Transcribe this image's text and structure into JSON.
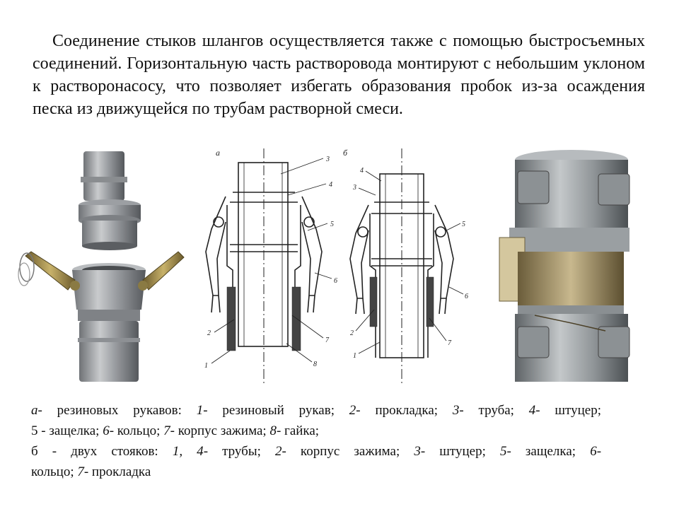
{
  "paragraph": "Соединение стыков шлангов осуществляется также с помощью быстросъемных соединений. Горизонтальную часть растворовода монтируют с небольшим уклоном к растворонасосу, что позволяет избегать образования пробок из-за осаждения песка из движущейся по трубам растворной смеси.",
  "diagram": {
    "panel_a": "а",
    "panel_b": "б",
    "labels_a": [
      "1",
      "2",
      "3",
      "4",
      "5",
      "6",
      "7",
      "8"
    ],
    "labels_b": [
      "1",
      "2",
      "3",
      "4",
      "5",
      "6",
      "7"
    ]
  },
  "caption": {
    "line1": [
      {
        "t": "а",
        "i": true
      },
      {
        "t": "- резиновых рукавов: ",
        "i": false
      },
      {
        "t": "1",
        "i": true
      },
      {
        "t": "- резиновый рукав; ",
        "i": false
      },
      {
        "t": "2",
        "i": true
      },
      {
        "t": "- прокладка; ",
        "i": false
      },
      {
        "t": "3",
        "i": true
      },
      {
        "t": "- труба; ",
        "i": false
      },
      {
        "t": "4",
        "i": true
      },
      {
        "t": "- штуцер;",
        "i": false
      }
    ],
    "line2": [
      {
        "t": "5 - защелка; ",
        "i": false
      },
      {
        "t": "6",
        "i": true
      },
      {
        "t": "- кольцо; ",
        "i": false
      },
      {
        "t": "7",
        "i": true
      },
      {
        "t": "- корпус зажима; ",
        "i": false
      },
      {
        "t": "8",
        "i": true
      },
      {
        "t": "- гайка;",
        "i": false
      }
    ],
    "line3": [
      {
        "t": "б - двух стояков: ",
        "i": false
      },
      {
        "t": "1, 4",
        "i": true
      },
      {
        "t": "- трубы; ",
        "i": false
      },
      {
        "t": "2",
        "i": true
      },
      {
        "t": "- корпус зажима; ",
        "i": false
      },
      {
        "t": "3",
        "i": true
      },
      {
        "t": "- штуцер; ",
        "i": false
      },
      {
        "t": "5",
        "i": true
      },
      {
        "t": "- защелка; ",
        "i": false
      },
      {
        "t": "6",
        "i": true
      },
      {
        "t": "-",
        "i": false
      }
    ],
    "line4": [
      {
        "t": "кольцо; ",
        "i": false
      },
      {
        "t": "7",
        "i": true
      },
      {
        "t": "- прокладка",
        "i": false
      }
    ]
  }
}
